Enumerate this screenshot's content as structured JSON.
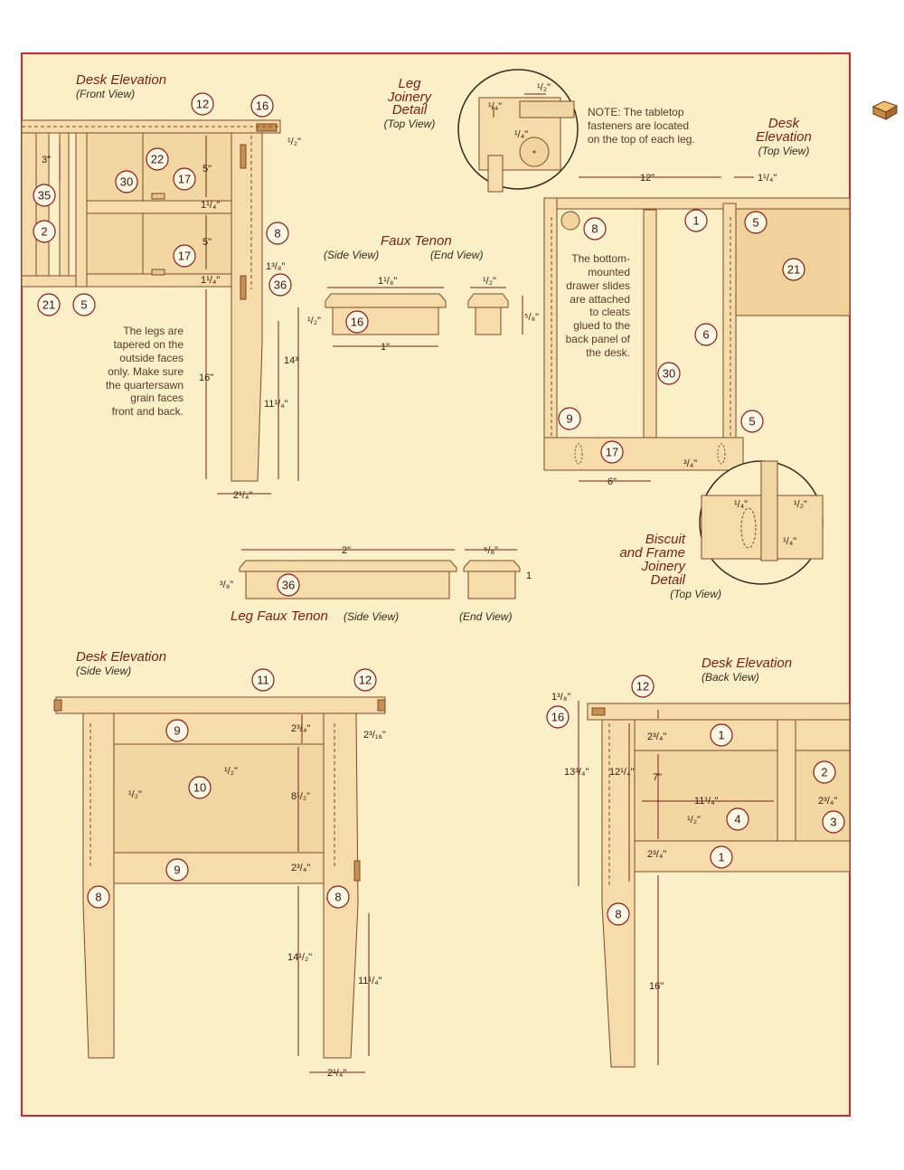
{
  "colors": {
    "paper": "#fbefc8",
    "frame": "#d9262e",
    "wood": "#f5dcaa",
    "wood_dark": "#e6c48a",
    "line": "#7a4a2a",
    "dim_line": "#7a1f12",
    "callout": "#8a1d16",
    "title": "#7a1f12"
  },
  "views": {
    "front": {
      "title": "Desk Elevation",
      "subtitle": "(Front View)"
    },
    "leg_joinery": {
      "title_1": "Leg",
      "title_2": "Joinery",
      "title_3": "Detail",
      "subtitle": "(Top View)"
    },
    "top": {
      "title_1": "Desk",
      "title_2": "Elevation",
      "subtitle": "(Top View)"
    },
    "faux_tenon": {
      "title": "Faux Tenon",
      "side_label": "(Side View)",
      "end_label": "(End View)"
    },
    "leg_faux_tenon": {
      "title": "Leg Faux Tenon",
      "side_label": "(Side View)",
      "end_label": "(End View)"
    },
    "biscuit": {
      "title_1": "Biscuit",
      "title_2": "and Frame",
      "title_3": "Joinery",
      "title_4": "Detail",
      "subtitle": "(Top View)"
    },
    "side": {
      "title": "Desk Elevation",
      "subtitle": "(Side View)"
    },
    "back": {
      "title": "Desk Elevation",
      "subtitle": "(Back View)"
    }
  },
  "notes": {
    "fastener": [
      "NOTE: The tabletop",
      "fasteners are located",
      "on the top of each leg."
    ],
    "legs": [
      "The legs are",
      "tapered on the",
      "outside faces",
      "only. Make sure",
      "the quartersawn",
      "grain faces",
      "front and back."
    ],
    "slides": [
      "The bottom-",
      "mounted",
      "drawer slides",
      "are attached",
      "to cleats",
      "glued to the",
      "back panel of",
      "the desk."
    ]
  },
  "callouts": {
    "front": [
      "12",
      "16",
      "22",
      "30",
      "17",
      "35",
      "2",
      "8",
      "17",
      "36",
      "21",
      "5"
    ],
    "top": [
      "8",
      "1",
      "5",
      "21",
      "6",
      "30",
      "9",
      "17",
      "5"
    ],
    "tenon": [
      "16",
      "36"
    ],
    "side": [
      "11",
      "12",
      "9",
      "10",
      "9",
      "8",
      "8"
    ],
    "back": [
      "12",
      "16",
      "1",
      "2",
      "4",
      "3",
      "1",
      "8"
    ]
  },
  "dims": {
    "front": [
      "3\"",
      "5\"",
      "1¹/₄\"",
      "5\"",
      "1¹/₄\"",
      "¹/₂\"",
      "1³/₈\"",
      "16\"",
      "11¹/₄\"",
      "14³",
      "2¹/₄\""
    ],
    "joinery": [
      "¹/₂\"",
      "¹/₄\"",
      "¹/₄\""
    ],
    "top": [
      "12\"",
      "1¹/₄\"",
      "³/₄\"",
      "6\""
    ],
    "biscuit": [
      "¹/₄\"",
      "¹/₂\"",
      "¹/₄\""
    ],
    "faux": [
      "1¹/₈\"",
      "¹/₂\"",
      "1\"",
      "¹/₂\"",
      "⁵/₈\""
    ],
    "leg_faux": [
      "2\"",
      "³/₈\"",
      "⁵/₈\"",
      "1"
    ],
    "side": [
      "2³/₄\"",
      "2³/₁₆\"",
      "¹/₂\"",
      "8¹/₂\"",
      "¹/₂\"",
      "2³/₄\"",
      "14¹/₂\"",
      "11¹/₄\"",
      "2¹/₄\""
    ],
    "back": [
      "1³/₈\"",
      "2³/₄\"",
      "7\"",
      "13³/₄\"",
      "12¹/₄\"",
      "11¹/₄\"",
      "2³/₄\"",
      "¹/₂\"",
      "2³/₄\"",
      "16\""
    ]
  }
}
